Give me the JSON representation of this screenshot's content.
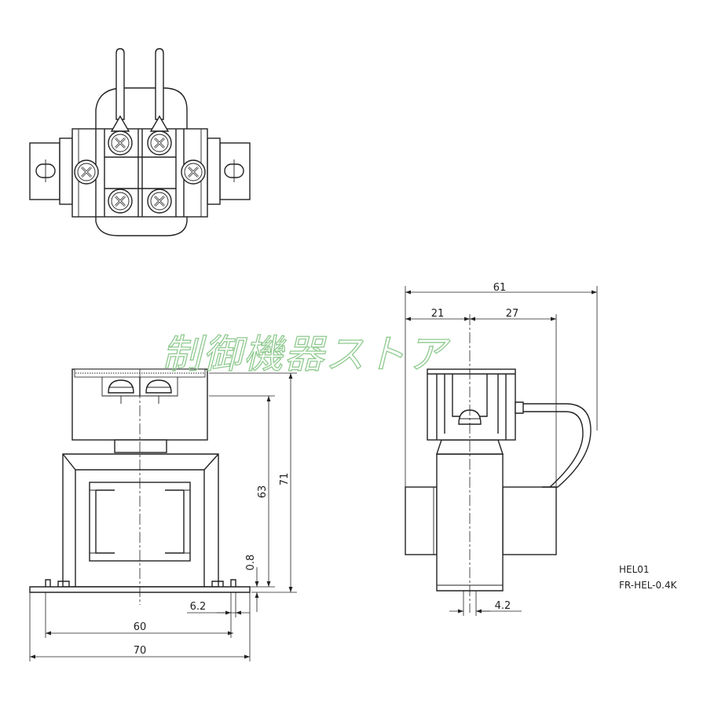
{
  "watermark": "制御機器ストア",
  "model_lines": [
    "HEL01",
    "FR-HEL-0.4K"
  ],
  "dimensions": {
    "top_width": "61",
    "left_offset": "21",
    "right_offset": "27",
    "overall_height": "71",
    "core_height": "63",
    "base_thickness": "0.8",
    "slot_width": "6.2",
    "mount_pitch": "60",
    "overall_width": "70",
    "side_slot": "4.2"
  }
}
